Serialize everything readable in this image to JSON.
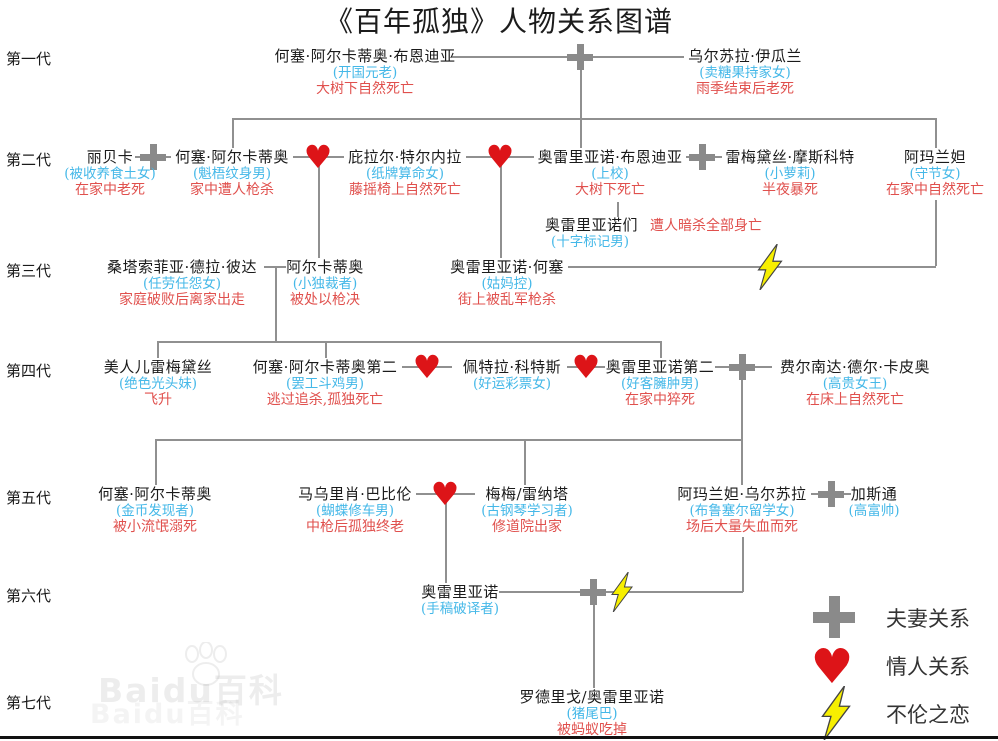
{
  "title": "《百年孤独》人物关系图谱",
  "generations": [
    "第一代",
    "第二代",
    "第三代",
    "第四代",
    "第五代",
    "第六代",
    "第七代"
  ],
  "icons": {
    "heart": "♥"
  },
  "colors": {
    "name_text": "#1a1a1a",
    "description_text": "#45b8e8",
    "fate_text": "#e0504d",
    "heart": "#dd1418",
    "plus": "#8a8a8a",
    "connector_line": "#909090",
    "lightning": "#f7ef00"
  },
  "legend": [
    {
      "symbol": "plus-icon",
      "label": "夫妻关系"
    },
    {
      "symbol": "heart-icon",
      "label": "情人关系"
    },
    {
      "symbol": "lightning-icon",
      "label": "不伦之恋"
    }
  ],
  "watermark": {
    "text": "Baidu百科",
    "text2": "Baidu百科"
  },
  "persons": [
    {
      "id": "jose-arcadio-buendia",
      "generation": 1,
      "name": "何塞·阿尔卡蒂奥·布恩迪亚",
      "description": "(开国元老)",
      "fate": "大树下自然死亡"
    },
    {
      "id": "ursula-iguaran",
      "generation": 1,
      "name": "乌尔苏拉·伊瓜兰",
      "description": "(卖糖果持家女)",
      "fate": "雨季结束后老死"
    },
    {
      "id": "rebeca",
      "generation": 2,
      "name": "丽贝卡",
      "description": "(被收养食土女)",
      "fate": "在家中老死"
    },
    {
      "id": "jose-arcadio",
      "generation": 2,
      "name": "何塞·阿尔卡蒂奥",
      "description": "(魁梧纹身男)",
      "fate": "家中遭人枪杀"
    },
    {
      "id": "pilar-ternera",
      "generation": 2,
      "name": "庇拉尔·特尔内拉",
      "description": "(纸牌算命女)",
      "fate": "藤摇椅上自然死亡"
    },
    {
      "id": "colonel-aureliano-buendia",
      "generation": 2,
      "name": "奥雷里亚诺·布恩迪亚",
      "description": "(上校)",
      "fate": "大树下死亡"
    },
    {
      "id": "remedios-moscote",
      "generation": 2,
      "name": "雷梅黛丝·摩斯科特",
      "description": "(小萝莉)",
      "fate": "半夜暴死"
    },
    {
      "id": "amaranta",
      "generation": 2,
      "name": "阿玛兰妲",
      "description": "(守节女)",
      "fate": "在家中自然死亡"
    },
    {
      "id": "the-aurelianos",
      "generation": 2,
      "name": "奥雷里亚诺们",
      "description": "(十字标记男)",
      "fate": "遭人暗杀全部身亡"
    },
    {
      "id": "santa-sofia",
      "generation": 3,
      "name": "桑塔索菲亚·德拉·彼达",
      "description": "(任劳任怨女)",
      "fate": "家庭破败后离家出走"
    },
    {
      "id": "arcadio",
      "generation": 3,
      "name": "阿尔卡蒂奥",
      "description": "(小独裁者)",
      "fate": "被处以枪决"
    },
    {
      "id": "aureliano-jose",
      "generation": 3,
      "name": "奥雷里亚诺·何塞",
      "description": "(姑妈控)",
      "fate": "街上被乱军枪杀"
    },
    {
      "id": "remedios-the-beauty",
      "generation": 4,
      "name": "美人儿雷梅黛丝",
      "description": "(绝色光头妹)",
      "fate": "飞升"
    },
    {
      "id": "jose-arcadio-segundo",
      "generation": 4,
      "name": "何塞·阿尔卡蒂奥第二",
      "description": "(罢工斗鸡男)",
      "fate": "逃过追杀,孤独死亡"
    },
    {
      "id": "petra-cotes",
      "generation": 4,
      "name": "佩特拉·科特斯",
      "description": "(好运彩票女)",
      "fate": ""
    },
    {
      "id": "aureliano-segundo",
      "generation": 4,
      "name": "奥雷里亚诺第二",
      "description": "(好客臃肿男)",
      "fate": "在家中猝死"
    },
    {
      "id": "fernanda-del-carpio",
      "generation": 4,
      "name": "费尔南达·德尔·卡皮奥",
      "description": "(高贵女王)",
      "fate": "在床上自然死亡"
    },
    {
      "id": "jose-arcadio-v",
      "generation": 5,
      "name": "何塞·阿尔卡蒂奥",
      "description": "(金币发现者)",
      "fate": "被小流氓溺死"
    },
    {
      "id": "mauricio-babilonia",
      "generation": 5,
      "name": "马乌里肖·巴比伦",
      "description": "(蝴蝶修车男)",
      "fate": "中枪后孤独终老"
    },
    {
      "id": "meme-renata",
      "generation": 5,
      "name": "梅梅/雷纳塔",
      "description": "(古钢琴学习者)",
      "fate": "修道院出家"
    },
    {
      "id": "amaranta-ursula",
      "generation": 5,
      "name": "阿玛兰妲·乌尔苏拉",
      "description": "(布鲁塞尔留学女)",
      "fate": "场后大量失血而死"
    },
    {
      "id": "gaston",
      "generation": 5,
      "name": "加斯通",
      "description": "(高富帅)",
      "fate": ""
    },
    {
      "id": "aureliano-vi",
      "generation": 6,
      "name": "奥雷里亚诺",
      "description": "(手稿破译者)",
      "fate": ""
    },
    {
      "id": "rodrigo-aureliano",
      "generation": 7,
      "name": "罗德里戈/奥雷里亚诺",
      "description": "(猪尾巴)",
      "fate": "被蚂蚁吃掉"
    }
  ]
}
